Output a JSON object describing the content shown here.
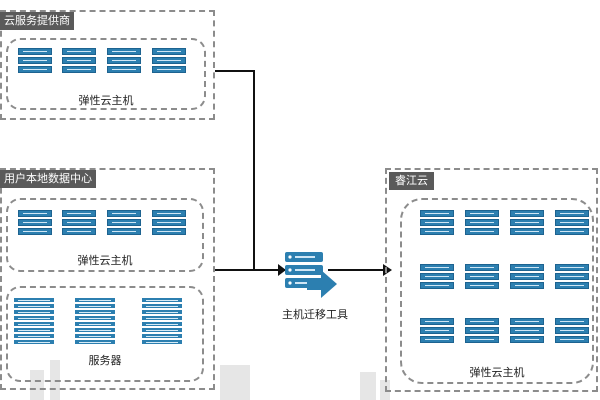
{
  "groups": {
    "cloud_provider": {
      "title": "云服务提供商",
      "vm_label": "弹性云主机"
    },
    "on_premise": {
      "title": "用户本地数据中心",
      "vm_label": "弹性云主机",
      "server_label": "服务器"
    },
    "target": {
      "title": "睿江云",
      "vm_label": "弹性云主机"
    }
  },
  "tool": {
    "label": "主机迁移工具",
    "icon": "server-migration-icon"
  },
  "colors": {
    "server_blue": "#2c7fb0",
    "label_bg": "#5a5a5a",
    "dash": "#8c8c8c",
    "line": "#111111"
  }
}
